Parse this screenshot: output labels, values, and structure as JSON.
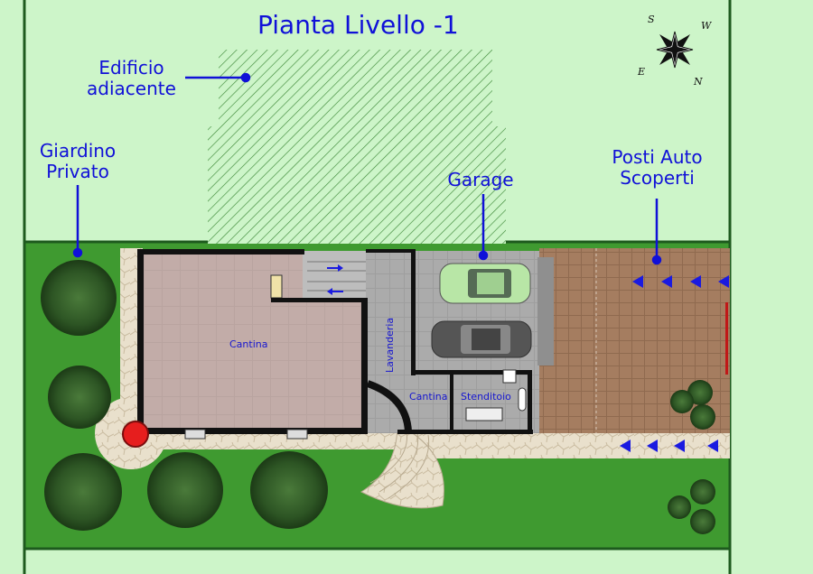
{
  "title": "Pianta Livello -1",
  "labels": {
    "adjacent_building": [
      "Edificio",
      "adiacente"
    ],
    "private_garden": [
      "Giardino",
      "Privato"
    ],
    "garage": "Garage",
    "open_parking": [
      "Posti Auto",
      "Scoperti"
    ]
  },
  "rooms": {
    "cantina_main": "Cantina",
    "lavanderia": "Lavanderia",
    "cantina_small": "Cantina",
    "stenditoio": "Stenditoio"
  },
  "compass": {
    "s": "S",
    "w": "W",
    "e": "E",
    "n": "N"
  },
  "colors": {
    "label": "#1010d8",
    "lawn": "#3f9a30",
    "background": "#cdf5c9",
    "cantina_floor": "#b9a4a0",
    "garage_floor": "#a9a9a9",
    "parking": "#a27b5d"
  }
}
